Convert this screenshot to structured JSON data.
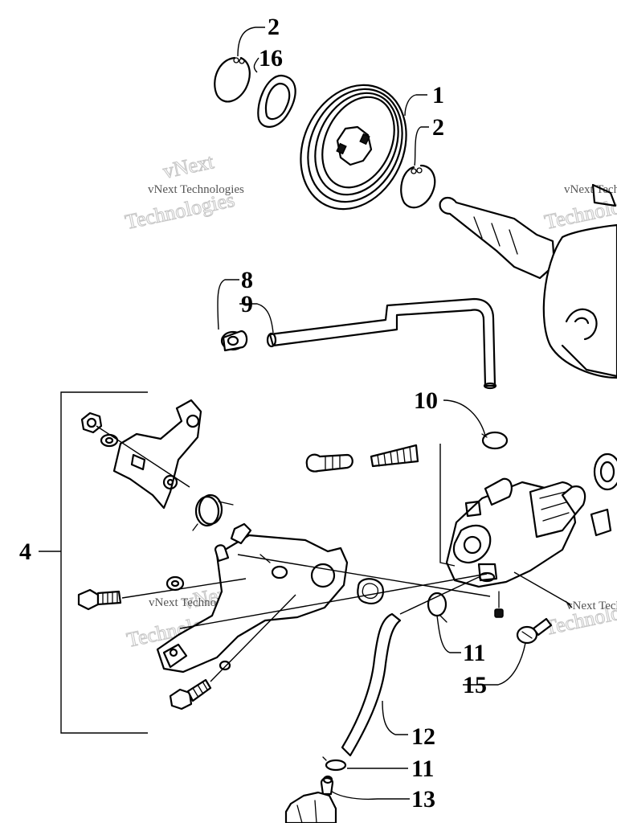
{
  "callouts": {
    "c1": "1",
    "c2_top": "2",
    "c2_right": "2",
    "c4": "4",
    "c8": "8",
    "c9": "9",
    "c10": "10",
    "c11_upper": "11",
    "c11_lower": "11",
    "c12": "12",
    "c13": "13",
    "c15": "15",
    "c16": "16"
  },
  "watermark": {
    "brand": "vNext Technologies",
    "big_line1": "vNext",
    "big_line2": "Technologies"
  },
  "colors": {
    "ink": "#000000",
    "paper": "#ffffff",
    "watermark": "#c8c8c8"
  }
}
